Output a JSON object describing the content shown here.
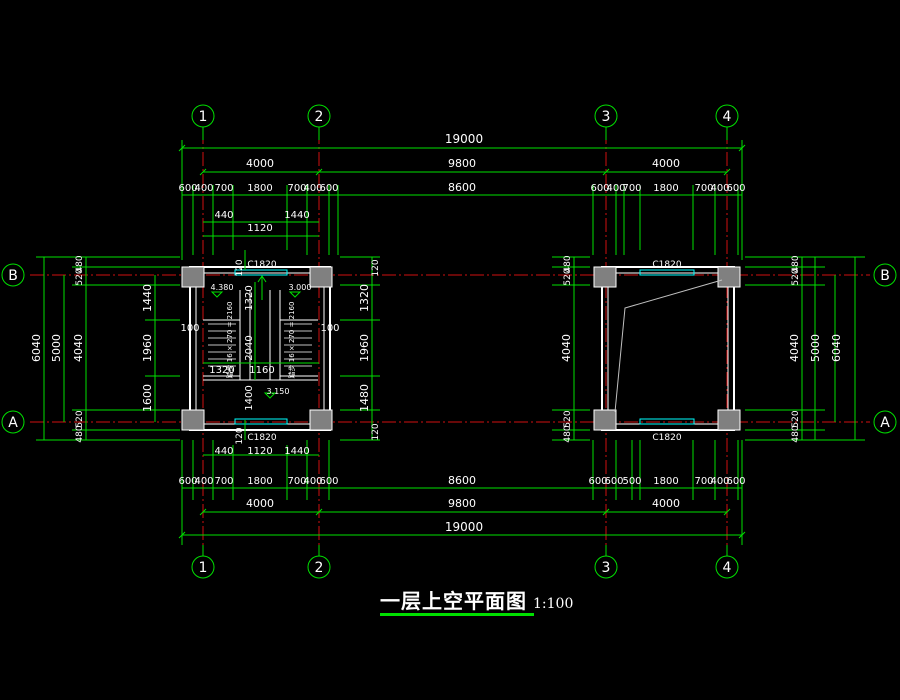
{
  "title": {
    "main": "一层上空平面图",
    "scale": "1:100"
  },
  "grid_axes": {
    "vertical": [
      "1",
      "2",
      "3",
      "4"
    ],
    "horizontal": [
      "B",
      "A"
    ]
  },
  "dimensions": {
    "overall": "19000",
    "bays": [
      "4000",
      "9800",
      "4000"
    ],
    "top_detail_left": [
      "600",
      "400",
      "700",
      "1800",
      "700",
      "400",
      "600"
    ],
    "mid_span": "8600",
    "top_detail_right": [
      "600",
      "400",
      "700",
      "1800",
      "700",
      "400",
      "600"
    ],
    "bottom_detail_right": [
      "600",
      "600",
      "500",
      "1800",
      "700",
      "400",
      "600"
    ],
    "stair_top": [
      "440",
      "1120",
      "1440"
    ],
    "stair_bottom": [
      "440",
      "1120",
      "1440"
    ],
    "left_vertical": [
      "6040",
      "5000",
      "4040",
      "480",
      "520",
      "520",
      "480"
    ],
    "right_vertical": [
      "6040",
      "5000",
      "4040",
      "480",
      "520",
      "520",
      "480"
    ],
    "stair_vertical_left": [
      "1440",
      "1960",
      "1600"
    ],
    "stair_vertical_right": [
      "1320",
      "1960",
      "1480"
    ],
    "stair_inner": [
      "1320",
      "2040",
      "1320",
      "1160",
      "1400",
      "100",
      "100",
      "120",
      "120",
      "120",
      "120"
    ],
    "right_inner_vertical": [
      "4040"
    ]
  },
  "windows": [
    "C1820",
    "C1820",
    "C1820",
    "C1820"
  ],
  "levels": [
    "4.380",
    "3.000",
    "3.150"
  ],
  "stair_notes": [
    "踏步 16 × 270 = 2160",
    "踏步 16 × 270 = 2160"
  ],
  "colors": {
    "dimension": "#00ff00",
    "wall": "#ffffff",
    "column": "#808080",
    "axis_line": "#ff0000",
    "text": "#ffffff",
    "window": "#00ffff"
  }
}
